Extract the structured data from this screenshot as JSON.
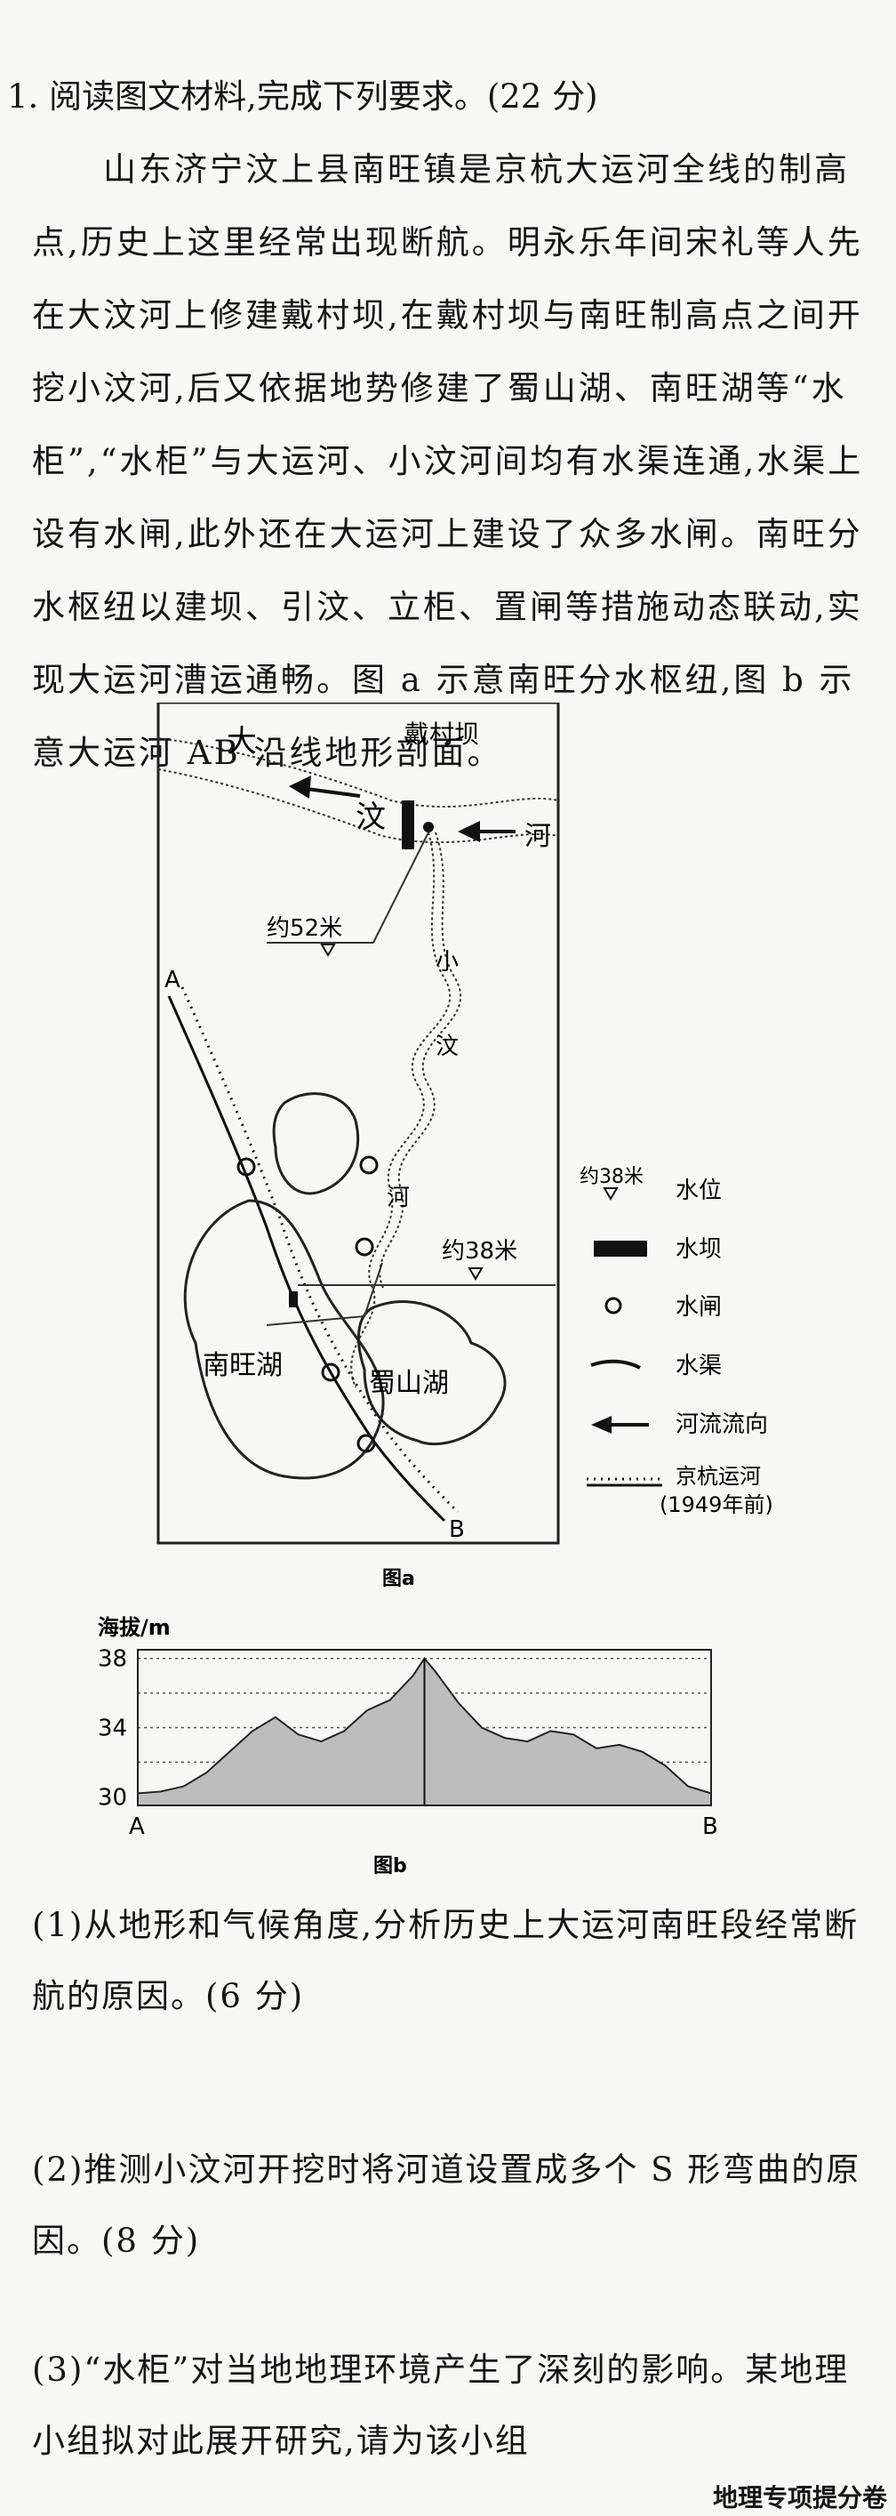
{
  "question": {
    "title": "1. 阅读图文材料,完成下列要求。(22 分)",
    "body": "山东济宁汶上县南旺镇是京杭大运河全线的制高点,历史上这里经常出现断航。明永乐年间宋礼等人先在大汶河上修建戴村坝,在戴村坝与南旺制高点之间开挖小汶河,后又依据地势修建了蜀山湖、南旺湖等“水柜”,“水柜”与大运河、小汶河间均有水渠连通,水渠上设有水闸,此外还在大运河上建设了众多水闸。南旺分水枢纽以建坝、引汶、立柜、置闸等措施动态联动,实现大运河漕运通畅。图 a 示意南旺分水枢纽,图 b 示意大运河 AB 沿线地形剖面。"
  },
  "map": {
    "label_da": "大",
    "label_wen": "汶",
    "label_he_right": "河",
    "label_dam": "戴村坝",
    "label_level1": "约52米",
    "label_xiao": "小",
    "label_xiao_wen": "汶",
    "label_xiao_he": "河",
    "label_level2": "约38米",
    "label_A": "A",
    "label_B": "B",
    "label_nanwang_lake": "南旺湖",
    "label_shushan_lake": "蜀山湖",
    "caption": "图a"
  },
  "legend": {
    "level_sample": "约38米",
    "items": [
      "水位",
      "水坝",
      "水闸",
      "水渠",
      "河流流向",
      "京杭运河"
    ],
    "canal_note": "(1949年前)"
  },
  "chart_data": {
    "type": "area",
    "title": "",
    "ylabel": "海拔/m",
    "xlabel": "",
    "x_labels": [
      "A",
      "B"
    ],
    "y_ticks": [
      30,
      34,
      38
    ],
    "ylim": [
      29.5,
      38.5
    ],
    "x": [
      0,
      0.04,
      0.08,
      0.12,
      0.16,
      0.2,
      0.24,
      0.28,
      0.32,
      0.36,
      0.4,
      0.44,
      0.48,
      0.5,
      0.52,
      0.56,
      0.6,
      0.64,
      0.68,
      0.72,
      0.76,
      0.8,
      0.84,
      0.88,
      0.92,
      0.96,
      1
    ],
    "values": [
      30.2,
      30.3,
      30.6,
      31.4,
      32.6,
      33.8,
      34.6,
      33.6,
      33.2,
      33.8,
      35.0,
      35.6,
      37.0,
      38.0,
      37.2,
      35.4,
      34.0,
      33.4,
      33.2,
      33.8,
      33.6,
      32.8,
      33.0,
      32.6,
      31.8,
      30.6,
      30.2
    ],
    "grid": true,
    "caption": "图b"
  },
  "subquestions": [
    "(1)从地形和气候角度,分析历史上大运河南旺段经常断航的原因。(6 分)",
    "(2)推测小汶河开挖时将河道设置成多个 S 形弯曲的原因。(8 分)",
    "(3)“水柜”对当地地理环境产生了深刻的影响。某地理小组拟对此展开研究,请为该小组"
  ],
  "footer": "地理专项提分卷"
}
